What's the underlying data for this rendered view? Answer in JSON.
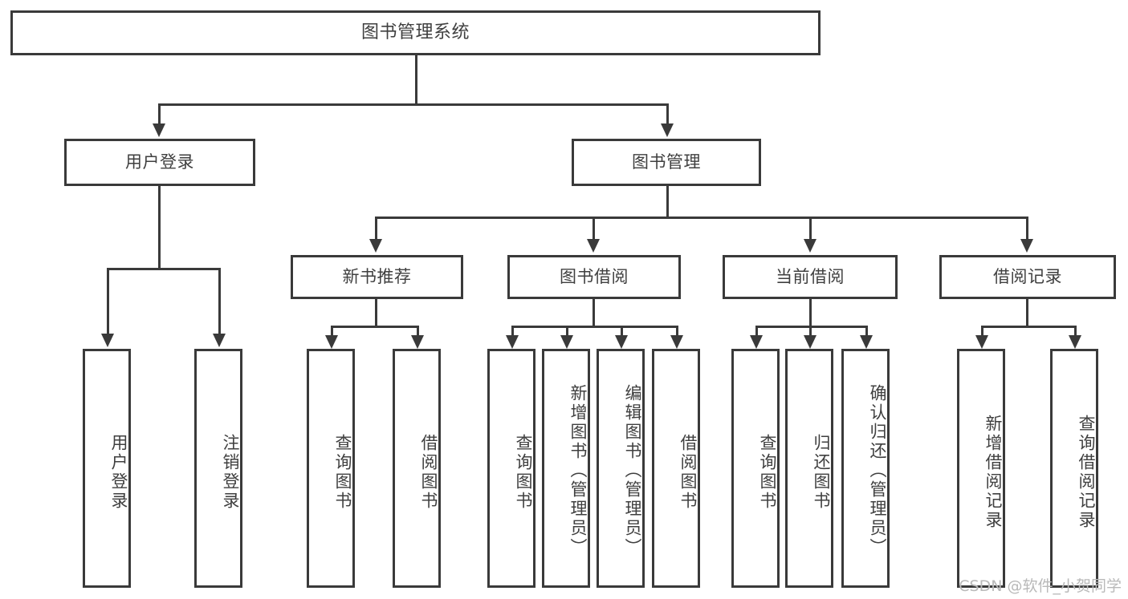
{
  "diagram": {
    "title": "图书管理系统",
    "type": "tree-hierarchy",
    "root": {
      "label": "图书管理系统"
    },
    "level2": [
      {
        "label": "用户登录"
      },
      {
        "label": "图书管理"
      }
    ],
    "level3": [
      {
        "label": "新书推荐"
      },
      {
        "label": "图书借阅"
      },
      {
        "label": "当前借阅"
      },
      {
        "label": "借阅记录"
      }
    ],
    "leaves": {
      "user_login": [
        {
          "label": "用户登录"
        },
        {
          "label": "注销登录"
        }
      ],
      "new_book_recommend": [
        {
          "label": "查询图书"
        },
        {
          "label": "借阅图书"
        }
      ],
      "book_borrow": [
        {
          "label": "查询图书"
        },
        {
          "label": "新增图书（管理员）"
        },
        {
          "label": "编辑图书（管理员）"
        },
        {
          "label": "借阅图书"
        }
      ],
      "current_borrow": [
        {
          "label": "查询图书"
        },
        {
          "label": "归还图书"
        },
        {
          "label": "确认归还（管理员）"
        }
      ],
      "borrow_record": [
        {
          "label": "新增借阅记录"
        },
        {
          "label": "查询借阅记录"
        }
      ]
    }
  },
  "watermark": {
    "text": "CSDN @软件_小贺同学"
  },
  "colors": {
    "stroke": "#3a3a3a",
    "text": "#3f3f3f",
    "background": "#ffffff",
    "watermark": "#b9b9b9"
  }
}
